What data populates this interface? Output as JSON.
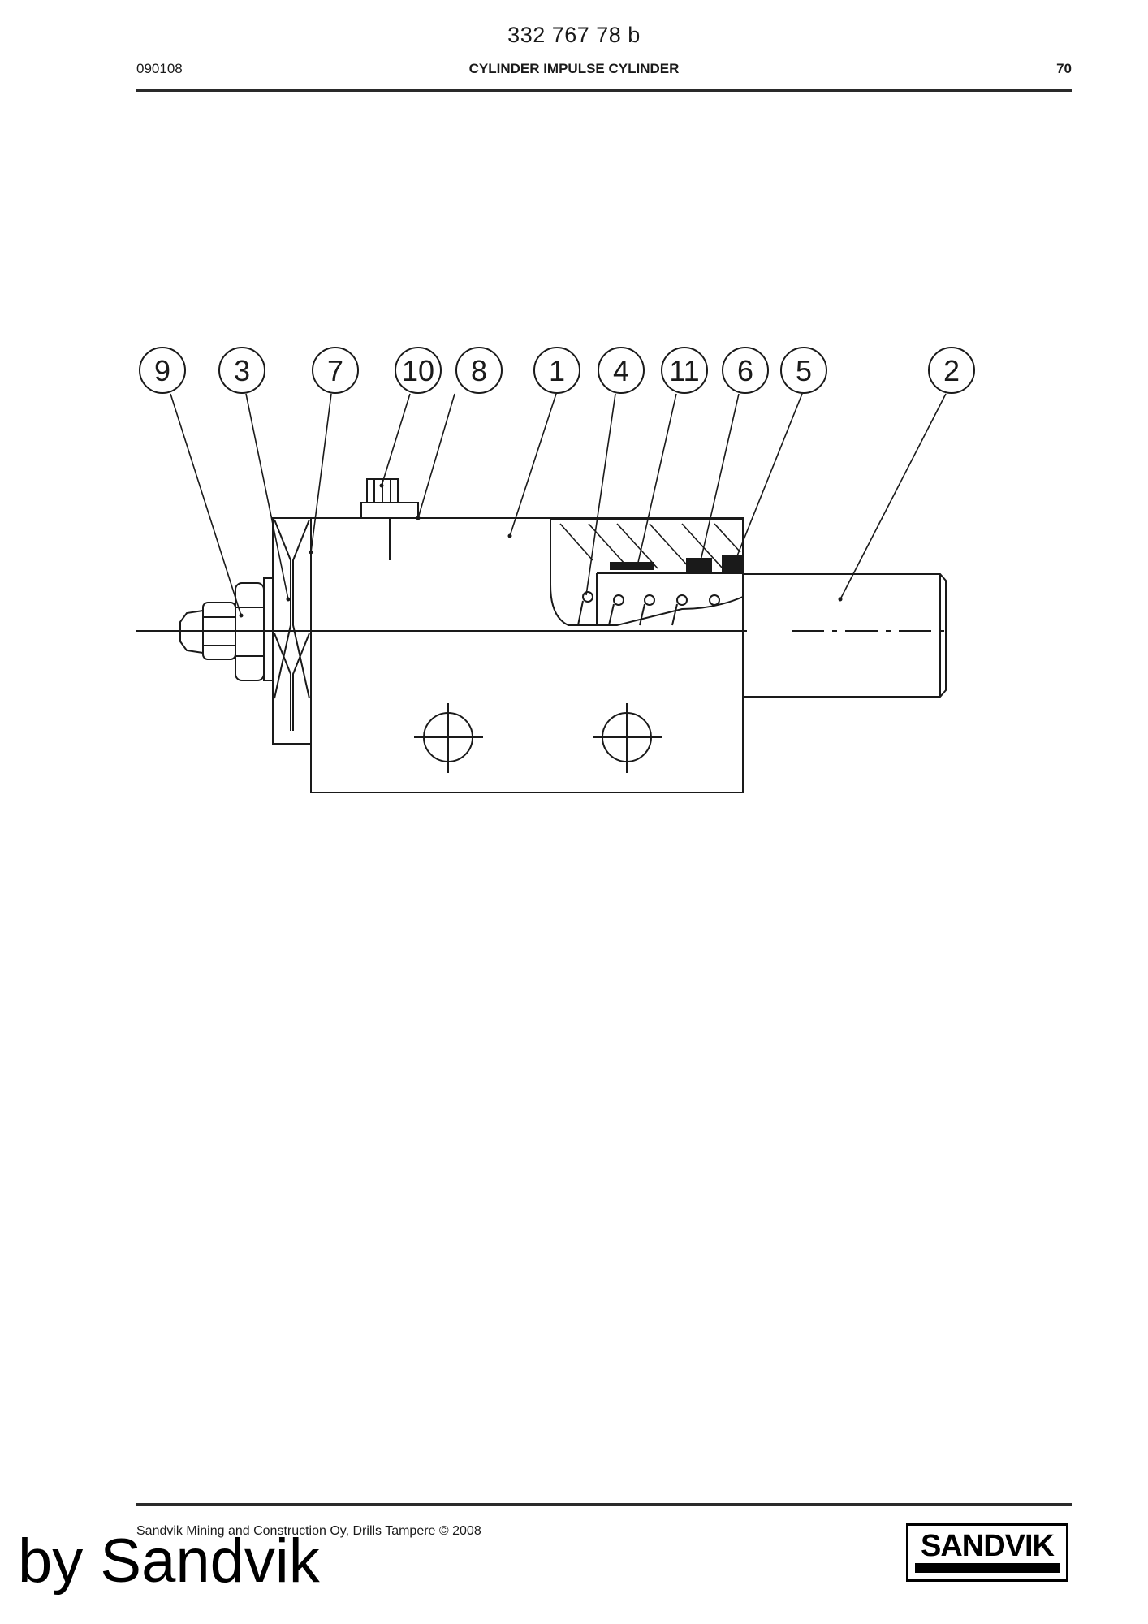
{
  "header": {
    "doc_number": "332 767 78 b",
    "date": "090108",
    "title": "CYLINDER IMPULSE CYLINDER",
    "page": "70"
  },
  "drawing": {
    "callouts": [
      "9",
      "3",
      "7",
      "10",
      "8",
      "1",
      "4",
      "11",
      "6",
      "5",
      "2"
    ]
  },
  "footer": {
    "copyright": "Sandvik Mining and Construction Oy, Drills Tampere © 2008",
    "logo_text": "SANDVIK"
  },
  "byline": "by Sandvik",
  "colors": {
    "ink": "#1a1a1a",
    "paper": "#ffffff"
  }
}
